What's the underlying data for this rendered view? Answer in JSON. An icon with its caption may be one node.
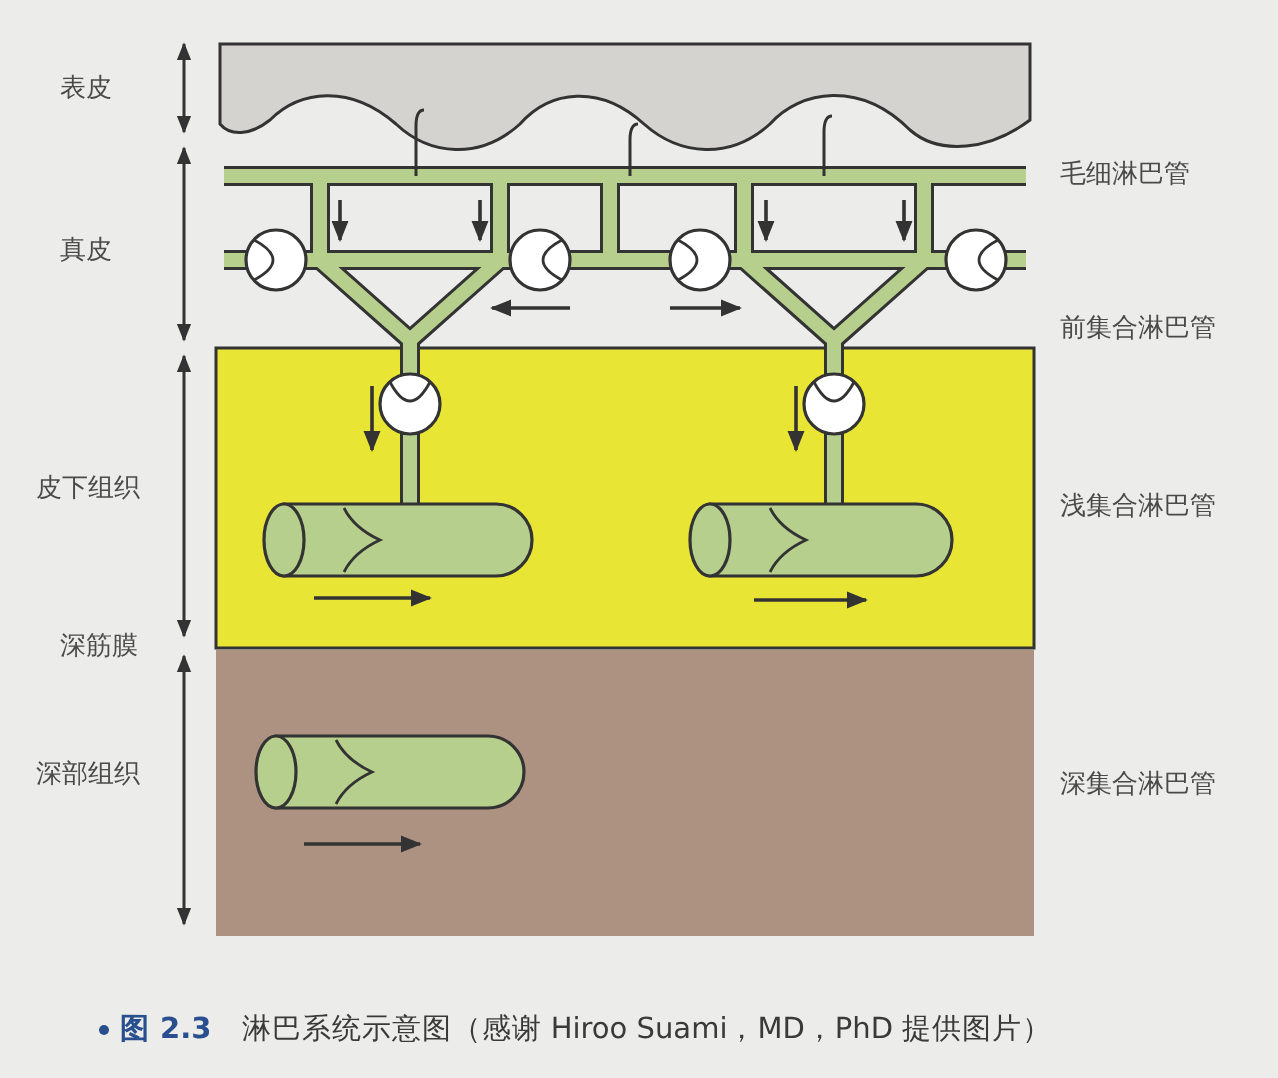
{
  "diagram": {
    "caption": "**图 2.3**　淋巴系统示意图（感谢 Hiroo Suami，MD，PhD 提供图片）",
    "labels": [
      "表皮",
      "毛细淋巴管",
      "真皮",
      "前集合淋巴管",
      "皮下组织",
      "浅集合淋巴管",
      "深筋膜",
      "深部组织",
      "深集合淋巴管"
    ]
  }
}
